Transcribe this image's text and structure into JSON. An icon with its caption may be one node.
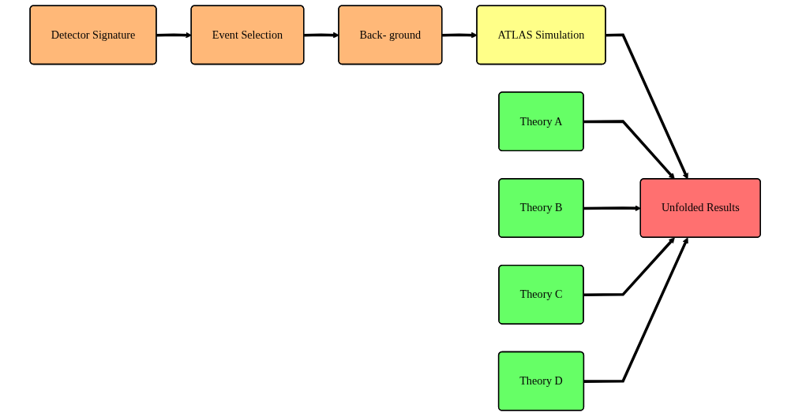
{
  "diagram": {
    "nodes": [
      {
        "text": [
          "Theory A"
        ]
      },
      {
        "text": [
          "Theory B"
        ]
      },
      {
        "text": [
          "Detector Signature"
        ]
      },
      {
        "text": [
          "Event Selection"
        ]
      },
      {
        "text": [
          "Back- ground"
        ]
      },
      {
        "text": [
          "ATLAS Simulation"
        ]
      },
      {
        "text": [
          "Unfolded Results"
        ]
      },
      {
        "text": [
          "Theory C"
        ]
      },
      {
        "text": [
          "Theory D"
        ]
      }
    ],
    "edges": [
      {
        "from": 2,
        "to": 3,
        "arrow": "to"
      },
      {
        "from": 3,
        "to": 4,
        "arrow": "to"
      },
      {
        "from": 4,
        "to": 5,
        "arrow": "to"
      },
      {
        "from": 5,
        "to": 6,
        "arrow": "to"
      },
      {
        "from": 0,
        "to": 6,
        "arrow": "to"
      },
      {
        "from": 1,
        "to": 6,
        "arrow": "to"
      },
      {
        "from": 7,
        "to": 6,
        "arrow": "to"
      },
      {
        "from": 8,
        "to": 6,
        "arrow": "to"
      }
    ]
  }
}
